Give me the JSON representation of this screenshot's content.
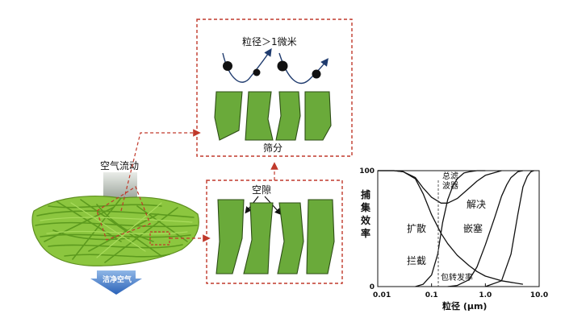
{
  "diagram": {
    "sieve_panel": {
      "particle_label": "粒径＞1微米",
      "mechanism_label": "筛分"
    },
    "gap_panel": {
      "gap_label": "空隙"
    },
    "filter_media": {
      "airflow_label": "空气流动",
      "clean_air_label": "洁净空气"
    }
  },
  "chart_data": {
    "type": "line",
    "xscale": "log",
    "xlim": [
      0.01,
      10.0
    ],
    "ylim": [
      0,
      100
    ],
    "x_ticks": [
      "0.01",
      "0.1",
      "1.0",
      "10.0"
    ],
    "y_ticks": [
      "0",
      "100"
    ],
    "xlabel": "粒径 (μm)",
    "ylabel": "捕集效率",
    "annotations": [
      "总滤波器",
      "解决",
      "扩散",
      "嵌塞",
      "拦截",
      "包转发率"
    ],
    "series": [
      {
        "name": "扩散",
        "x": [
          0.01,
          0.02,
          0.03,
          0.05,
          0.07,
          0.1,
          0.15,
          0.2,
          0.3,
          0.5,
          0.7,
          1.0,
          2.0,
          5.0
        ],
        "y": [
          100,
          100,
          99,
          93,
          80,
          62,
          46,
          37,
          27,
          18,
          13,
          9,
          5,
          2
        ]
      },
      {
        "name": "拦截",
        "x": [
          0.05,
          0.07,
          0.1,
          0.13,
          0.16,
          0.2,
          0.25,
          0.3,
          0.4,
          0.5,
          0.7,
          1.0
        ],
        "y": [
          0,
          2,
          10,
          28,
          55,
          75,
          87,
          93,
          98,
          99,
          100,
          100
        ]
      },
      {
        "name": "嵌塞",
        "x": [
          0.2,
          0.3,
          0.5,
          0.7,
          1.0,
          1.5,
          2.0,
          2.5,
          3.0,
          4.0,
          5.0
        ],
        "y": [
          0,
          1,
          6,
          17,
          36,
          60,
          78,
          88,
          94,
          99,
          100
        ]
      },
      {
        "name": "解决",
        "x": [
          1.0,
          2.0,
          3.0,
          4.0,
          5.0,
          6.0,
          7.0,
          8.0
        ],
        "y": [
          0,
          5,
          28,
          62,
          86,
          95,
          99,
          100
        ]
      },
      {
        "name": "总滤波器",
        "x": [
          0.01,
          0.02,
          0.03,
          0.05,
          0.07,
          0.1,
          0.15,
          0.2,
          0.3,
          0.5,
          0.7,
          1.0,
          2.0
        ],
        "y": [
          100,
          100,
          99,
          94,
          85,
          77,
          72,
          72,
          76,
          85,
          91,
          96,
          100
        ]
      }
    ]
  }
}
